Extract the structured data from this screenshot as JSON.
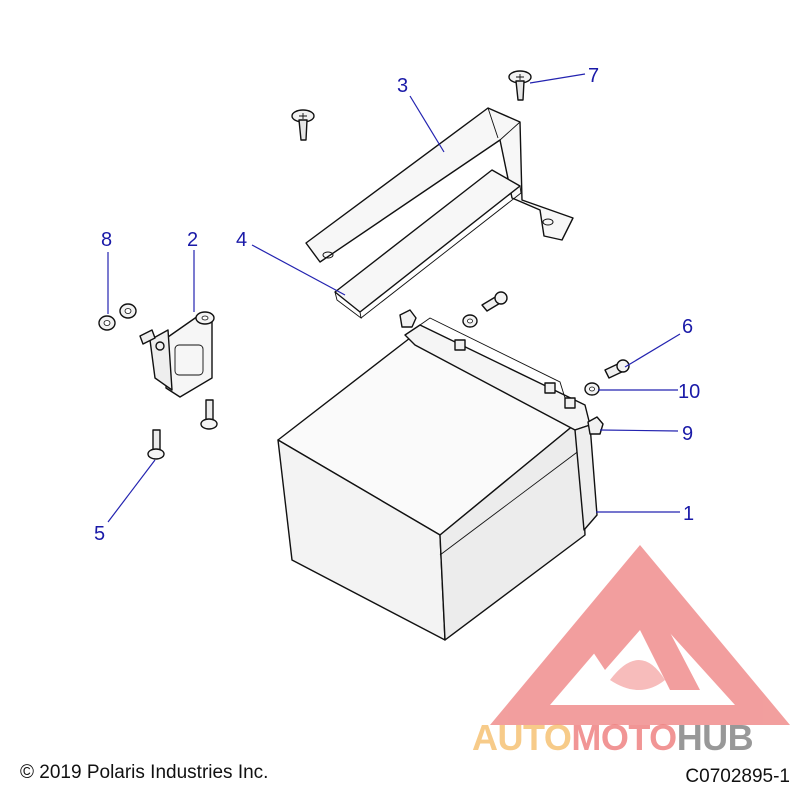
{
  "callouts": [
    {
      "id": "c1",
      "label": "1"
    },
    {
      "id": "c2",
      "label": "2"
    },
    {
      "id": "c3",
      "label": "3"
    },
    {
      "id": "c4",
      "label": "4"
    },
    {
      "id": "c5",
      "label": "5"
    },
    {
      "id": "c6",
      "label": "6"
    },
    {
      "id": "c7",
      "label": "7"
    },
    {
      "id": "c8",
      "label": "8"
    },
    {
      "id": "c9",
      "label": "9"
    },
    {
      "id": "c10",
      "label": "10"
    }
  ],
  "footer": {
    "copyright": "© 2019 Polaris Industries Inc.",
    "figure_id": "C0702895-1"
  },
  "watermark": {
    "brand_part1": "AUTO",
    "brand_part2": "MOTO",
    "brand_part3": "HUB"
  },
  "colors": {
    "callout": "#1a1aa8",
    "watermark_red": "#e8504f",
    "watermark_orange": "#f2a93b",
    "watermark_gray": "#555555"
  }
}
